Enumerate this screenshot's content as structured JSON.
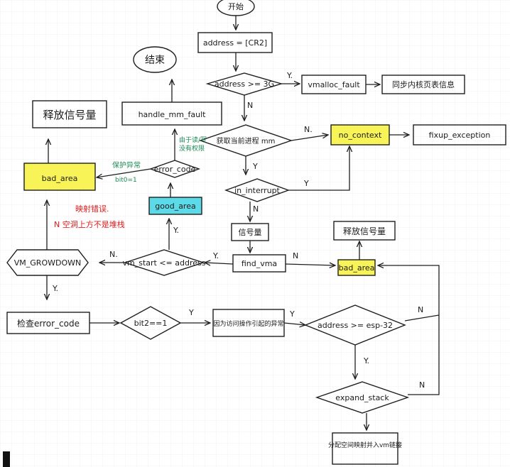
{
  "nodes": {
    "start": "开始",
    "address": "address = [CR2]",
    "cond_addr_3g": "address >= 3G",
    "vmalloc_fault": "vmalloc_fault",
    "sync_kernel": "同步内核页表信息",
    "end": "结束",
    "release_signal_left": "释放信号量",
    "handle_mm_fault": "handle_mm_fault",
    "get_mm": "获取当前进程 mm",
    "no_context": "no_context",
    "fixup_exception": "fixup_exception",
    "bad_area_left": "bad_area",
    "error_code": "error_code",
    "in_interrupt": "in_interrupt",
    "good_area": "good_area",
    "semaphore": "信号量",
    "release_signal_right": "释放信号量",
    "vm_growdown": "VM_GROWDOWN",
    "vm_start_cond": "vm_start <= address",
    "find_vma": "find_vma",
    "bad_area_right": "bad_area",
    "check_error_code": "检查error_code",
    "bit2": "bit2==1",
    "user_space": "因为访问操作引起的异常",
    "address_esp": "address >= esp-32",
    "expand_stack": "expand_stack",
    "alloc_map": "分配空间映射并入vm链接"
  },
  "edge_labels": {
    "y1": "Y.",
    "n1": "N",
    "n2": "N.",
    "y2": "Y",
    "y3": "Y",
    "n3": "N",
    "y4": "Y.",
    "n4": "N.",
    "y5": "Y.",
    "n5": "N",
    "y6": "Y.",
    "y7": "Y",
    "y8": "Y",
    "n6": "N",
    "y9": "Y.",
    "n7": "N"
  },
  "annotations": {
    "write_protect": "保护异常",
    "bit0": "bit0=1",
    "read_write": "由于读/写",
    "no_permission": "没有权限",
    "mapping_error": "映射错误.",
    "red_note": "N 空洞上方不是堆栈"
  },
  "colors": {
    "highlight_yellow": "#f7f23a",
    "highlight_cyan": "#3fd3e4",
    "annotation_green": "#1c8a57",
    "annotation_red": "#e01b1b"
  }
}
